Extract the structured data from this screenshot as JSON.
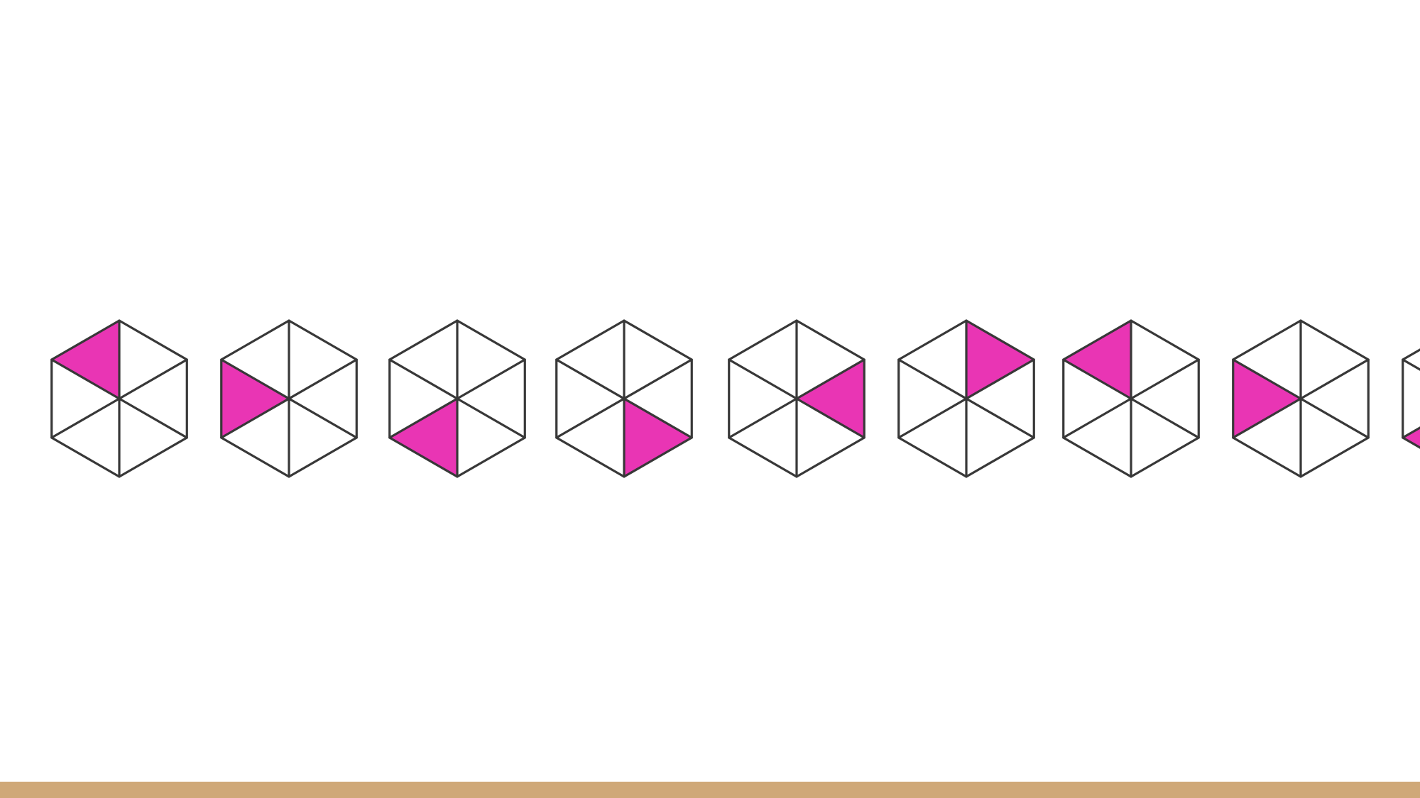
{
  "colors": {
    "background": "#ffffff",
    "fill": "#e935b4",
    "stroke": "#383838",
    "bottom_bar": "#cfa878"
  },
  "pattern": {
    "sectors_per_hexagon": 6,
    "sector_order": [
      "top-right",
      "right-top",
      "right-bottom",
      "bottom-right",
      "bottom-left",
      "left-bottom",
      "left-top",
      "top-left"
    ],
    "hexagons": [
      {
        "shaded_sector": "upper-left"
      },
      {
        "shaded_sector": "left"
      },
      {
        "shaded_sector": "lower-left"
      },
      {
        "shaded_sector": "lower-right"
      },
      {
        "shaded_sector": "right"
      },
      {
        "shaded_sector": "upper-right"
      },
      {
        "shaded_sector": "upper-left"
      },
      {
        "shaded_sector": "left"
      },
      {
        "shaded_sector": "lower-left"
      }
    ]
  }
}
